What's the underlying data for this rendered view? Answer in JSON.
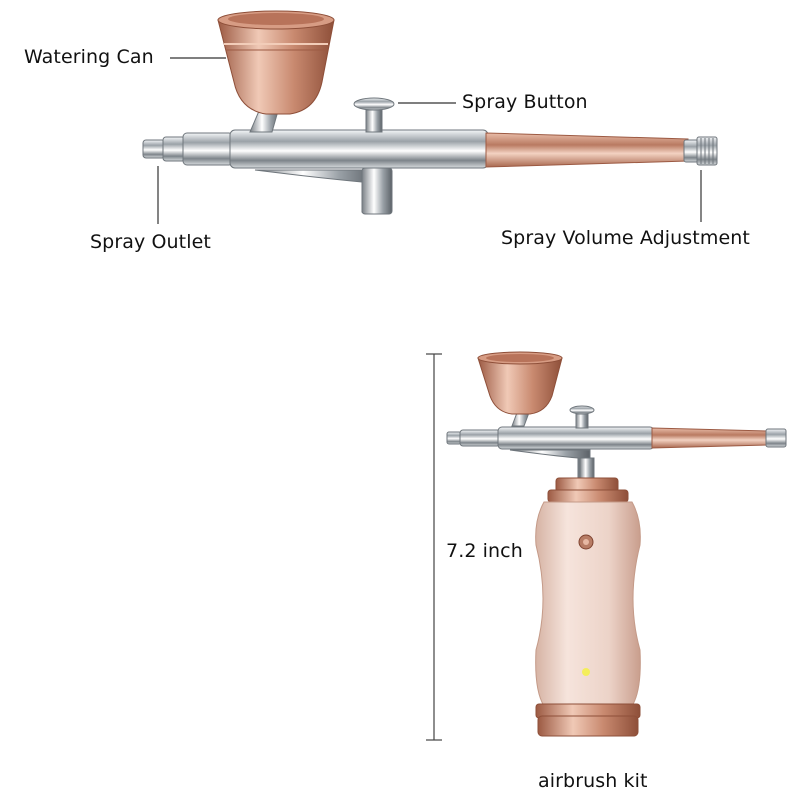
{
  "labels": {
    "watering_can": "Watering Can",
    "spray_button": "Spray Button",
    "spray_outlet": "Spray Outlet",
    "spray_volume": "Spray Volume Adjustment",
    "height": "7.2 inch",
    "kit": "airbrush kit"
  },
  "colors": {
    "rose_gold": "#d9a08a",
    "rose_gold_dark": "#a9684f",
    "chrome": "#c8ccd0",
    "chrome_dark": "#6f767c",
    "body_pink": "#ead0c4",
    "led": "#f4ee5a"
  }
}
